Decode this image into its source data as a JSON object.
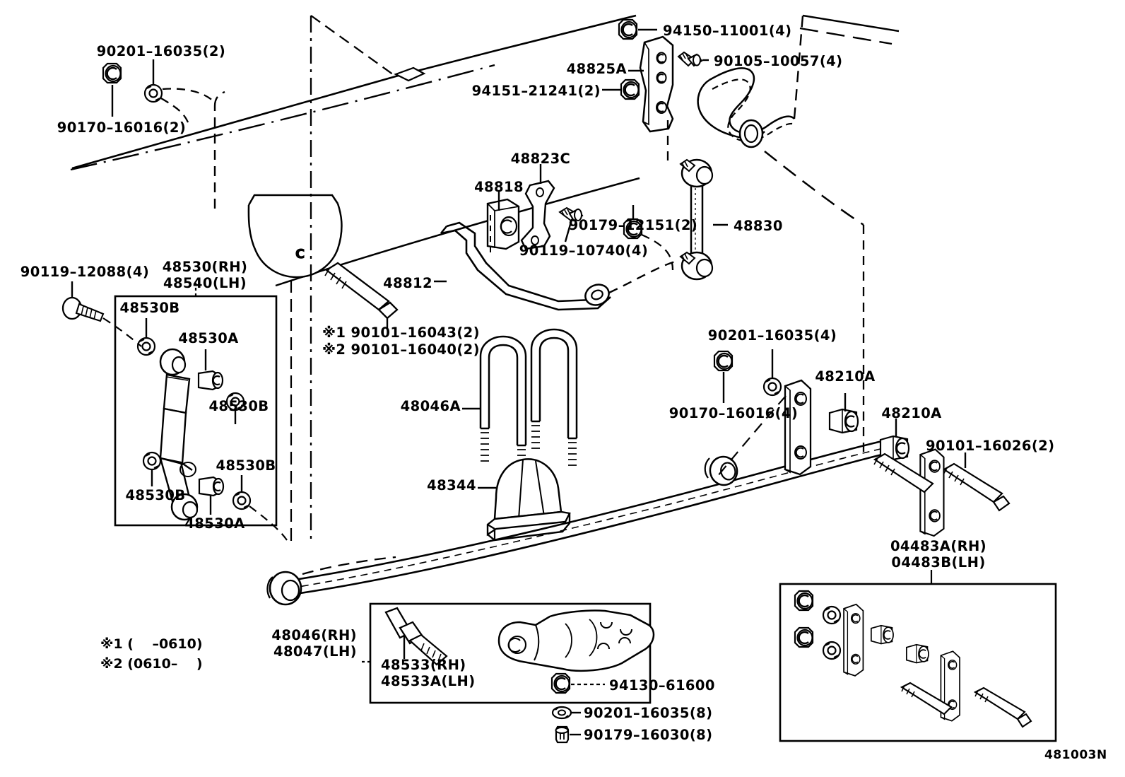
{
  "diagram": {
    "title": "Toyota rear suspension parts diagram",
    "figure_code": "481003N",
    "ink_color": "#000000",
    "background_color": "#ffffff"
  },
  "notes": [
    {
      "key": "note1",
      "text": "※1 (    –0610)"
    },
    {
      "key": "note2",
      "text": "※2 (0610–    )"
    }
  ],
  "labels": {
    "l_90201_16035_2": "90201–16035(2)",
    "l_90170_16016_2": "90170–16016(2)",
    "l_94150_11001_4": "94150–11001(4)",
    "l_90105_10057_4": "90105–10057(4)",
    "l_48825A": "48825A",
    "l_94151_21241_2": "94151–21241(2)",
    "l_48823C": "48823C",
    "l_48818": "48818",
    "l_90179_12151_2": "90179–12151(2)",
    "l_90119_10740_4": "90119–10740(4)",
    "l_48830": "48830",
    "l_48812": "48812",
    "l_90119_12088_4": "90119–12088(4)",
    "l_48530_rh": "48530(RH)",
    "l_48540_lh": "48540(LH)",
    "l_48530B_1": "48530B",
    "l_48530A_1": "48530A",
    "l_48530B_2": "48530B",
    "l_48530B_3": "48530B",
    "l_48530B_4": "48530B",
    "l_48530A_2": "48530A",
    "l_bolt_note1": "※1 90101–16043(2)",
    "l_bolt_note2": "※2 90101–16040(2)",
    "l_48046A": "48046A",
    "l_48344": "48344",
    "l_90201_16035_4": "90201–16035(4)",
    "l_90170_16016_4": "90170–16016(4)",
    "l_48210A_1": "48210A",
    "l_48210A_2": "48210A",
    "l_90101_16026_2": "90101–16026(2)",
    "l_04483A_rh": "04483A(RH)",
    "l_04483B_lh": "04483B(LH)",
    "l_48046_rh": "48046(RH)",
    "l_48047_lh": "48047(LH)",
    "l_48533_rh": "48533(RH)",
    "l_48533A_lh": "48533A(LH)",
    "l_94130_61600": "94130–61600",
    "l_90201_16035_8": "90201–16035(8)",
    "l_90179_16030_8": "90179–16030(8)"
  },
  "icons": {
    "nut": "hex-nut-icon",
    "washer": "washer-icon",
    "bolt": "bolt-icon",
    "shock_absorber": "shock-absorber-icon",
    "bushing": "bushing-icon",
    "u_bolt": "u-bolt-icon",
    "bump_stop": "bump-stop-icon",
    "shackle_plate": "shackle-plate-icon",
    "spacer": "spacer-bushing-icon",
    "stabilizer_bar": "stabilizer-bar-icon",
    "stabilizer_link": "stabilizer-link-icon",
    "stabilizer_bracket": "stabilizer-bracket-icon",
    "stabilizer_cushion": "stabilizer-cushion-icon",
    "leaf_spring": "leaf-spring-icon",
    "spring_seat": "spring-seat-icon",
    "control_arm": "control-arm-icon",
    "frame_bracket": "frame-bracket-icon"
  },
  "callout_boxes": [
    {
      "name": "shock-absorber-kit-box",
      "label_top": "48530(RH) / 48540(LH)"
    },
    {
      "name": "spring-seat-kit-box",
      "label_left": "48046(RH) / 48047(LH)"
    },
    {
      "name": "shackle-kit-box",
      "label_top": "04483A(RH) / 04483B(LH)"
    }
  ]
}
